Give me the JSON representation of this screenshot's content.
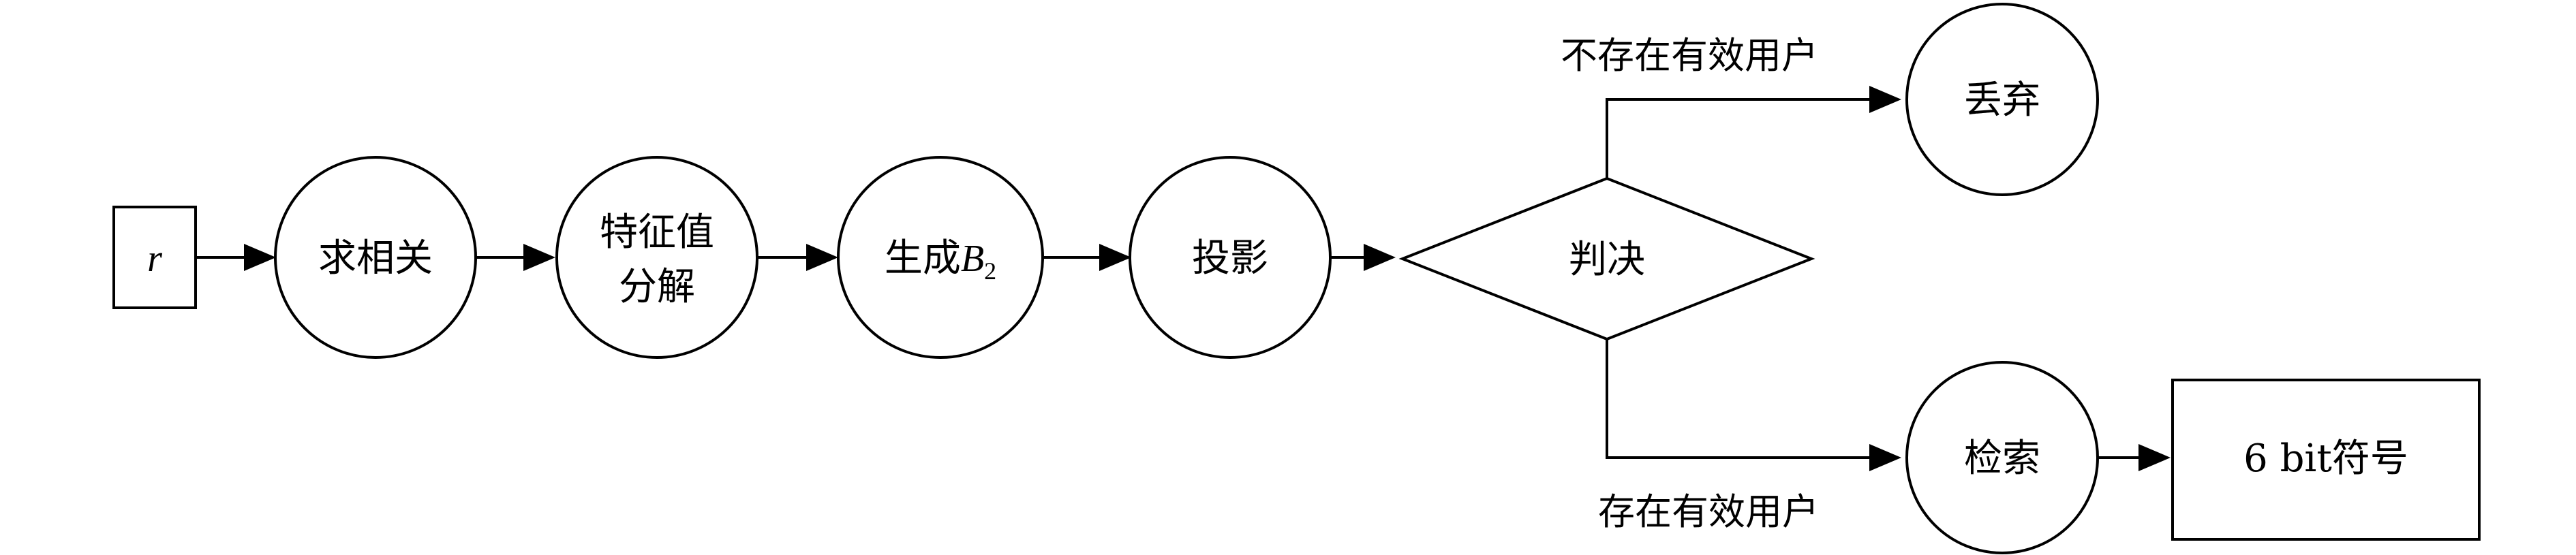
{
  "nodes": {
    "input": {
      "label": "r"
    },
    "correlate": {
      "label": "求相关"
    },
    "eigen": {
      "line1": "特征值",
      "line2": "分解"
    },
    "generate": {
      "label": "生成",
      "var": "B",
      "sub": "2"
    },
    "project": {
      "label": "投影"
    },
    "decide": {
      "label": "判决"
    },
    "discard": {
      "label": "丢弃"
    },
    "retrieve": {
      "label": "检索"
    },
    "output": {
      "label": "6 bit符号"
    }
  },
  "edges": {
    "no_user": {
      "label": "不存在有效用户"
    },
    "has_user": {
      "label": "存在有效用户"
    }
  }
}
